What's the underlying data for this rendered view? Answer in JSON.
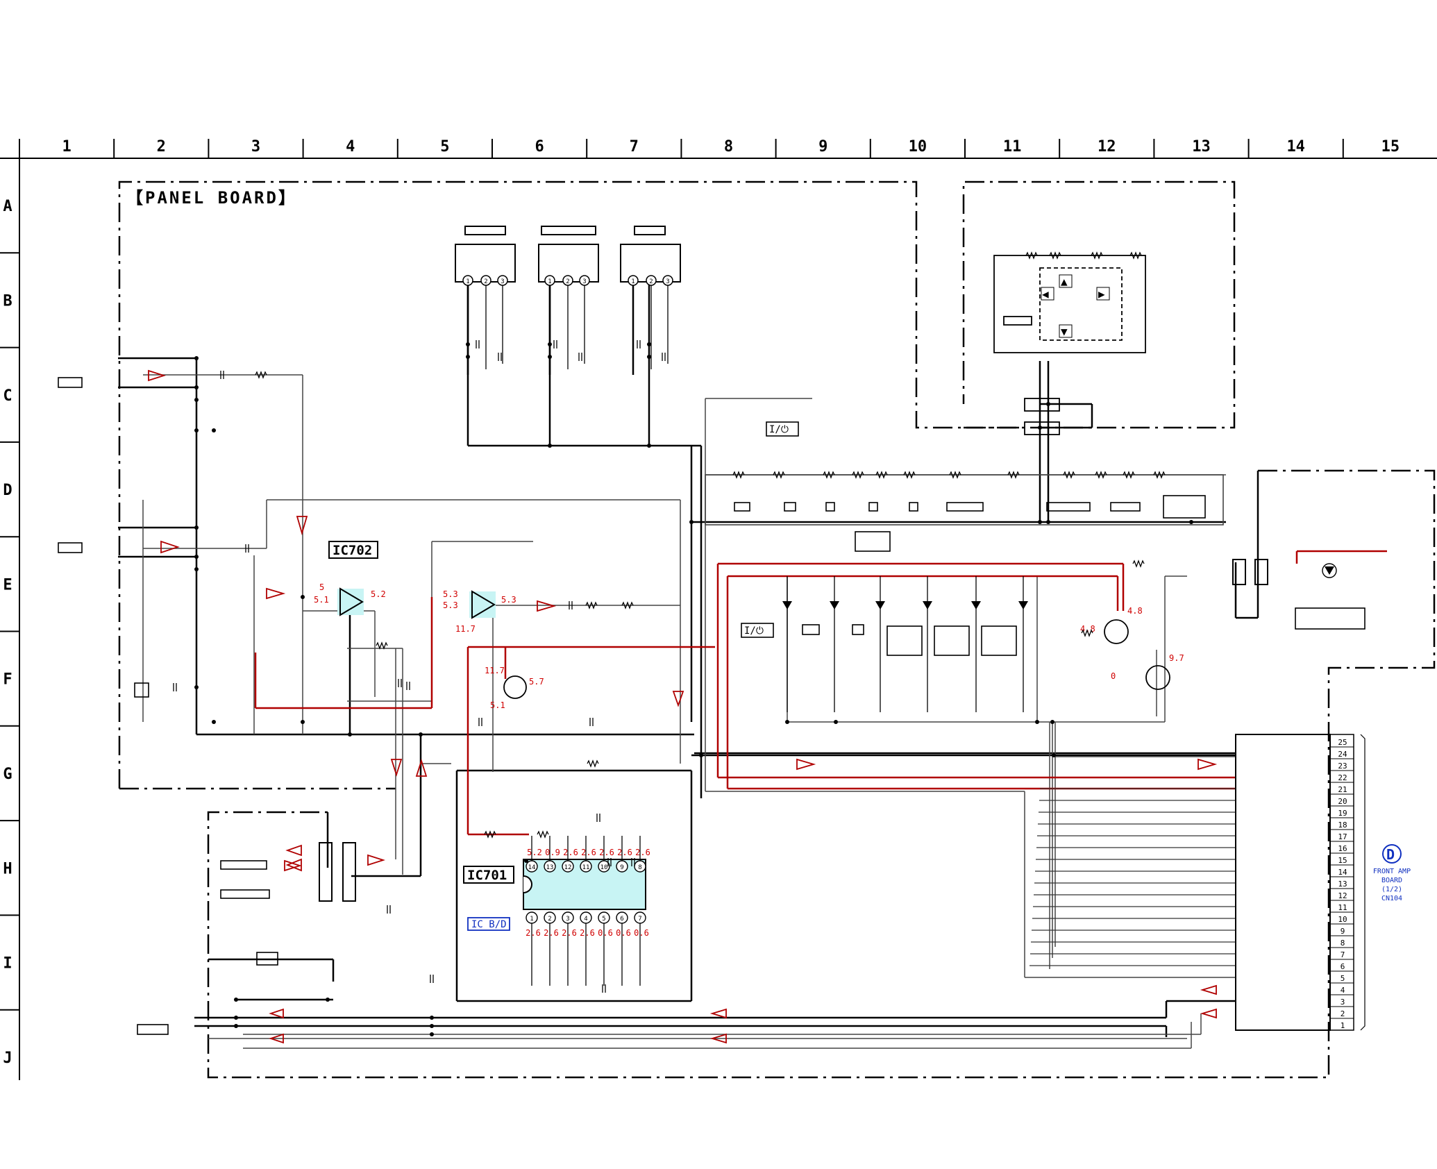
{
  "grid": {
    "columns": [
      "1",
      "2",
      "3",
      "4",
      "5",
      "6",
      "7",
      "8",
      "9",
      "10",
      "11",
      "12",
      "13",
      "14",
      "15"
    ],
    "rows": [
      "A",
      "B",
      "C",
      "D",
      "E",
      "F",
      "G",
      "H",
      "I",
      "J"
    ]
  },
  "labels": {
    "board_title": "【PANEL BOARD】",
    "ic702": "IC702",
    "ic701": "IC701",
    "ic_bd": "IC B/D",
    "power_symbol": "I/⏻"
  },
  "connector": {
    "board_letter": "D",
    "lines": [
      "FRONT AMP",
      "BOARD",
      "(1/2)",
      "CN104"
    ],
    "pins": [
      "25",
      "24",
      "23",
      "22",
      "21",
      "20",
      "19",
      "18",
      "17",
      "16",
      "15",
      "14",
      "13",
      "12",
      "11",
      "10",
      "9",
      "8",
      "7",
      "6",
      "5",
      "4",
      "3",
      "2",
      "1"
    ]
  },
  "ic701": {
    "top_pins": [
      "14",
      "13",
      "12",
      "11",
      "10",
      "9",
      "8"
    ],
    "top_voltages": [
      "5.2",
      "0.9",
      "2.6",
      "2.6",
      "2.6",
      "2.6",
      "2.6"
    ],
    "bottom_pins": [
      "1",
      "2",
      "3",
      "4",
      "5",
      "6",
      "7"
    ],
    "bottom_voltages": [
      "2.6",
      "2.6",
      "2.6",
      "2.6",
      "0.6",
      "0.6",
      "0.6"
    ]
  },
  "voltages": {
    "op1_in_plus": "5",
    "op1_in_minus": "5.1",
    "op1_out": "5.2",
    "op2_in_plus": "5.3",
    "op2_in_minus": "5.3",
    "op2_out": "5.3",
    "op2_supply": "11.7",
    "q_collector": "11.7",
    "q_base": "5.7",
    "q_emitter": "5.1",
    "q1_collector": "4.8",
    "q1_base": "4.8",
    "q2_base": "0",
    "q2_collector": "9.7"
  },
  "colors": {
    "line": "#000000",
    "thin_line": "#333333",
    "red_trace": "#b00000",
    "voltage_text": "#d00000",
    "ic_fill": "#c8f4f4",
    "blue": "#1030c0"
  }
}
